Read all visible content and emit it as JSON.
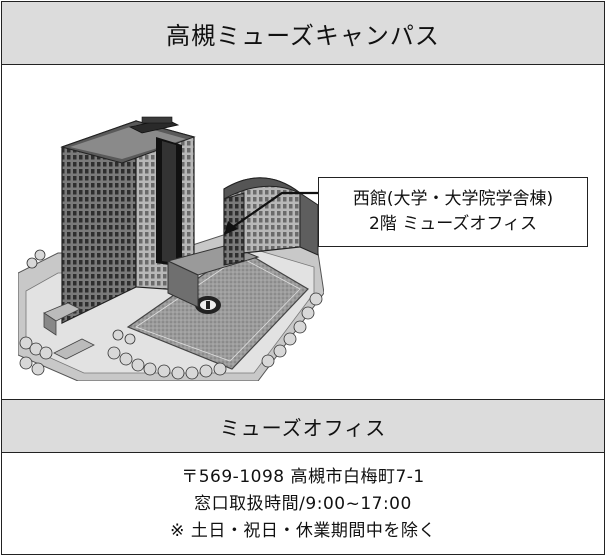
{
  "header": {
    "title": "高槻ミューズキャンパス"
  },
  "building_label": {
    "line1": "西館(大学・大学院学舎棟)",
    "line2": "2階 ミューズオフィス"
  },
  "office": {
    "title": "ミューズオフィス"
  },
  "info": {
    "address": "〒569-1098 高槻市白梅町7-1",
    "hours": "窓口取扱時間/9:00~17:00",
    "note": "※ 土日・祝日・休業期間中を除く"
  }
}
